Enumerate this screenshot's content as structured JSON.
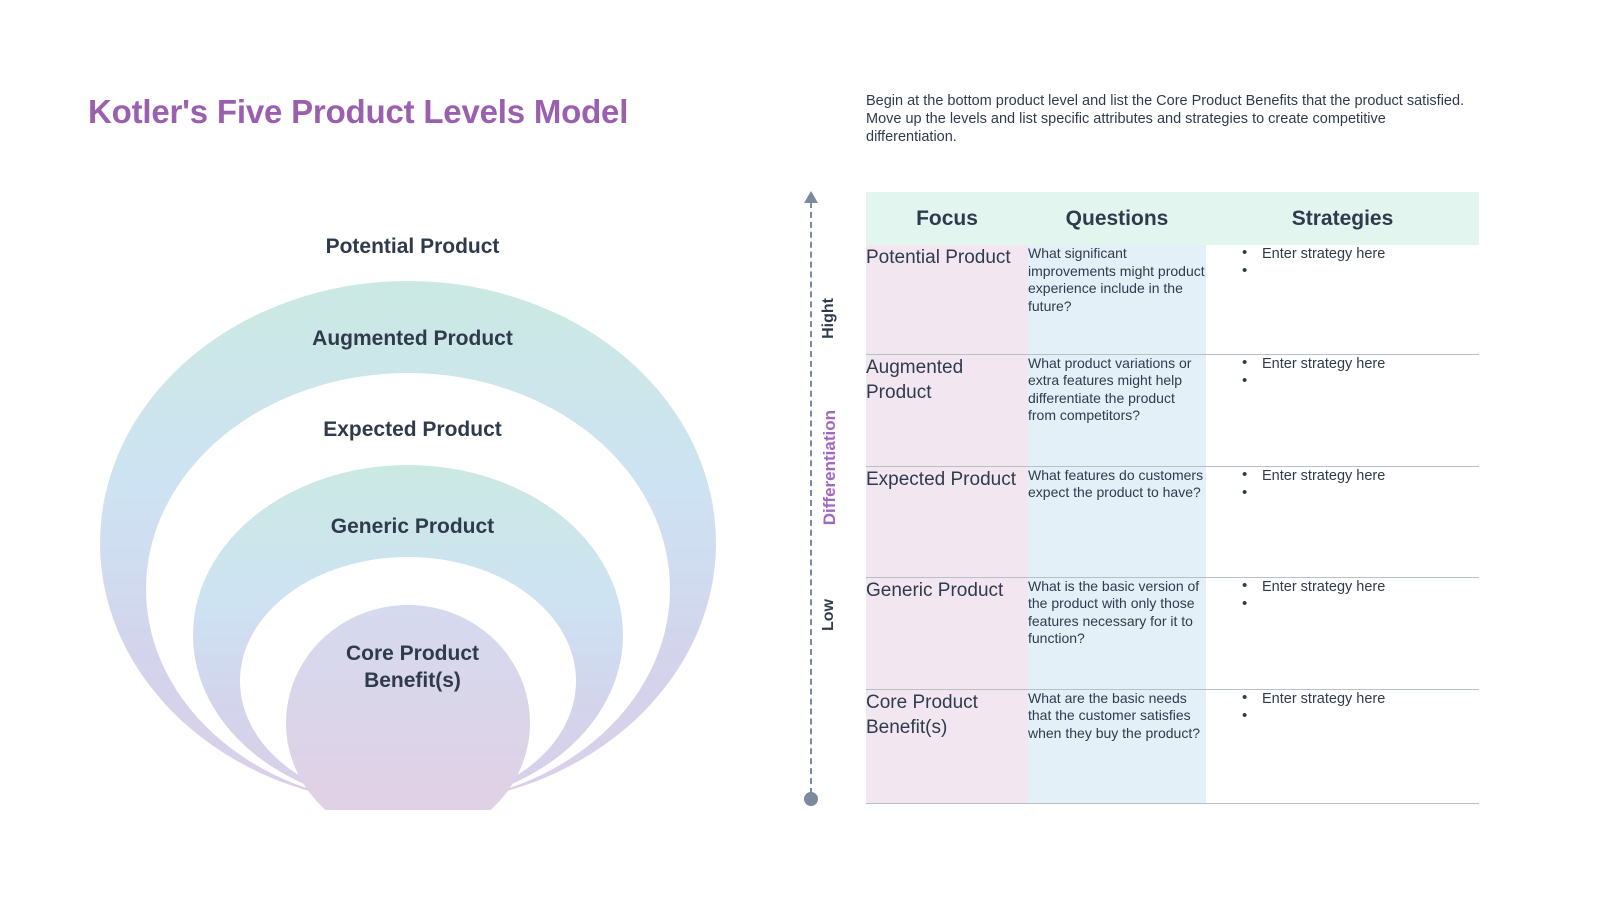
{
  "page_title": "Kotler's Five Product Levels Model",
  "intro_text": "Begin at the bottom product level and list the Core Product Benefits that the product satisfied. Move up the levels and list specific attributes and strategies to create competitive differentiation.",
  "colors": {
    "title_purple": "#9b5fb0",
    "text_dark": "#2f3b4c",
    "header_teal": "#e2f5ef",
    "focus_pink": "#f2e6f0",
    "question_blue": "#e3f0f8",
    "axis_gray": "#7b8a9e",
    "ring_top_teal": "#cfeae4",
    "ring_mid_blue": "#cfe4f2",
    "ring_bottom_purple": "#d8cfe6"
  },
  "diagram": {
    "rings": [
      {
        "label": "Potential Product"
      },
      {
        "label": "Augmented Product"
      },
      {
        "label": "Expected Product"
      },
      {
        "label": "Generic Product"
      },
      {
        "label": "Core Product\nBenefit(s)"
      }
    ],
    "core_label_line1": "Core Product",
    "core_label_line2": "Benefit(s)"
  },
  "axis": {
    "high_label": "Hight",
    "middle_label": "Differentiation",
    "low_label": "Low"
  },
  "table": {
    "headers": {
      "focus": "Focus",
      "questions": "Questions",
      "strategies": "Strategies"
    },
    "rows": [
      {
        "focus": "Potential Product",
        "question": "What significant improvements might product experience include in the future?",
        "strategies": [
          "Enter strategy here",
          ""
        ]
      },
      {
        "focus": "Augmented Product",
        "question": "What product variations or extra features might help differentiate the product from competitors?",
        "strategies": [
          "Enter strategy here",
          ""
        ]
      },
      {
        "focus": "Expected Product",
        "question": "What features do customers expect the product to have?",
        "strategies": [
          "Enter strategy here",
          ""
        ]
      },
      {
        "focus": "Generic Product",
        "question": "What is the basic version of the product with only those features necessary for it to function?",
        "strategies": [
          "Enter strategy here",
          ""
        ]
      },
      {
        "focus": "Core Product Benefit(s)",
        "question": "What are the basic needs that the customer satisfies when they buy the product?",
        "strategies": [
          "Enter strategy here",
          ""
        ]
      }
    ]
  }
}
